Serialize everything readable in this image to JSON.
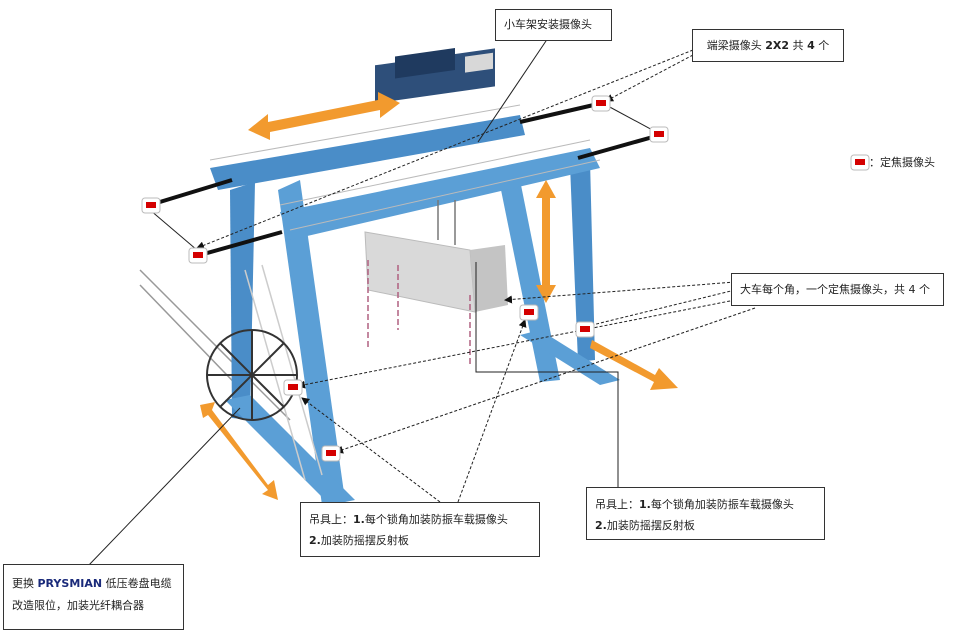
{
  "colors": {
    "crane_blue": "#5b9fd6",
    "crane_blue_dark": "#3d7fbc",
    "arrow_orange": "#f29a2e",
    "camera_red": "#d40000",
    "beam_black": "#111111"
  },
  "labels": {
    "trolley_camera": "小车架安装摄像头",
    "end_beam_prefix": "端梁摄像头 ",
    "end_beam_bold_a": "2X2",
    "end_beam_mid": "  共 ",
    "end_beam_bold_b": "4",
    "end_beam_suffix": " 个",
    "legend_text": "：定焦摄像头",
    "corner_cameras": "大车每个角，一个定焦摄像头，共 4 个",
    "spreader_left_line1_prefix": "吊具上：",
    "spreader_left_line1_bold": "1.",
    "spreader_left_line1_text": "每个锁角加装防振车载摄像头",
    "spreader_left_line2_bold": "2.",
    "spreader_left_line2_text": "加装防摇摆反射板",
    "spreader_right_line1_prefix": "吊具上：",
    "spreader_right_line1_bold": "1.",
    "spreader_right_line1_text": "每个锁角加装防振车载摄像头",
    "spreader_right_line2_bold": "2.",
    "spreader_right_line2_text": "加装防摇摆反射板",
    "cable_line1_prefix": "更换 ",
    "cable_line1_brand": "PRYSMIAN",
    "cable_line1_suffix": " 低压卷盘电缆",
    "cable_line2": "改造限位，加装光纤耦合器"
  }
}
